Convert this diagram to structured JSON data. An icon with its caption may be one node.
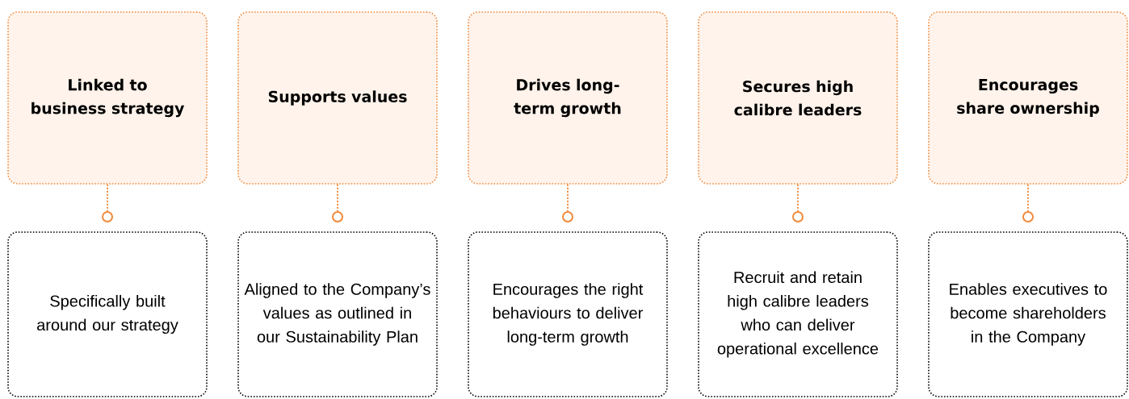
{
  "diagram": {
    "nodes": [
      {
        "text": [
          "Linked to business strategy"
        ]
      },
      {
        "text": [
          "Supports values"
        ]
      },
      {
        "text": [
          "Drives long-term growth"
        ]
      },
      {
        "text": [
          "Secures high calibre leaders"
        ]
      },
      {
        "text": [
          "Encourages share ownership"
        ]
      },
      {
        "text": [],
        "shape": "circle"
      },
      {
        "text": [],
        "shape": "circle"
      },
      {
        "text": [],
        "shape": "circle"
      },
      {
        "text": [],
        "shape": "circle"
      },
      {
        "text": [],
        "shape": "circle"
      },
      {
        "text": [
          "Specifically built around our strategy"
        ]
      },
      {
        "text": [
          "Aligned to the Company’s values as outlined in our Sustainability Plan"
        ]
      },
      {
        "text": [
          "Encourages the right behaviours to deliver long-term growth"
        ]
      },
      {
        "text": [
          "Recruit and retain high calibre leaders who can deliver operational excellence"
        ]
      },
      {
        "text": [
          "Enables executives to become shareholders in the Company"
        ]
      }
    ],
    "edges": [
      {
        "from": 0,
        "to": 5,
        "arrow": "none"
      },
      {
        "from": 1,
        "to": 6,
        "arrow": "none"
      },
      {
        "from": 2,
        "to": 7,
        "arrow": "none"
      },
      {
        "from": 3,
        "to": 8,
        "arrow": "none"
      },
      {
        "from": 4,
        "to": 9,
        "arrow": "none"
      }
    ]
  }
}
